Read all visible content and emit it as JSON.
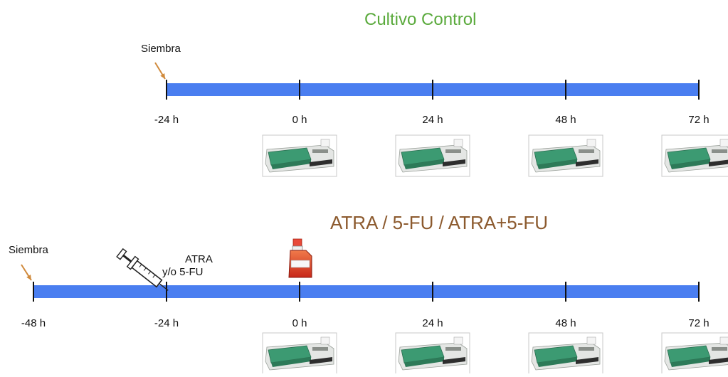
{
  "titles": {
    "control": "Cultivo Control",
    "treatment": "ATRA / 5-FU / ATRA+5-FU"
  },
  "labels": {
    "siembra": "Siembra",
    "atra_line1": "ATRA",
    "atra_line2": "y/o 5-FU"
  },
  "timelines": {
    "control": {
      "ticks": [
        "-24 h",
        "0 h",
        "24 h",
        "48 h",
        "72 h"
      ],
      "readers_at": [
        "0 h",
        "24 h",
        "48 h",
        "72 h"
      ]
    },
    "treatment": {
      "ticks": [
        "-48 h",
        "-24 h",
        "0 h",
        "24 h",
        "48 h",
        "72 h"
      ],
      "readers_at": [
        "0 h",
        "24 h",
        "48 h",
        "72 h"
      ]
    }
  },
  "icons": {
    "seeding_arrow": "arrow-icon",
    "injection": "syringe-icon",
    "culture_flask": "flask-icon",
    "plate_reader": "plate-reader-icon"
  },
  "colors": {
    "timeline": "#4a7ef0",
    "title_control": "#5aaa3c",
    "title_treatment": "#8c5a2e",
    "arrow": "#d08a3c"
  }
}
